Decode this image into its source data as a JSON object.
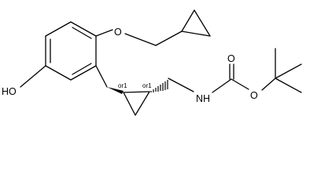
{
  "atom_labels": {
    "hydroxyl": "HO",
    "ether_oxygen": "O",
    "amine": "NH",
    "carbonyl_oxygen": "O",
    "ester_oxygen": "O"
  },
  "stereo_labels": {
    "c1": "or1",
    "c2": "or1"
  },
  "colors": {
    "ink": "#000000",
    "background": "#ffffff"
  }
}
